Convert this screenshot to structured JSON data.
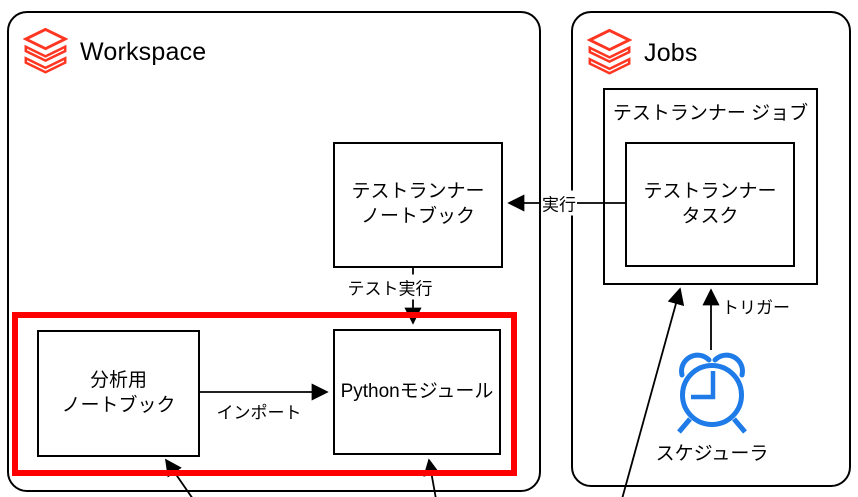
{
  "workspace": {
    "title": "Workspace",
    "logo_icon": "databricks-stack-logo",
    "test_runner_notebook": {
      "line1": "テストランナー",
      "line2": "ノートブック"
    },
    "analysis_notebook": {
      "line1": "分析用",
      "line2": "ノートブック"
    },
    "python_module": {
      "line1": "Pythonモジュール"
    }
  },
  "jobs": {
    "title": "Jobs",
    "logo_icon": "databricks-stack-logo",
    "job_box_title": "テストランナー ジョブ",
    "task_box": {
      "line1": "テストランナー",
      "line2": "タスク"
    },
    "scheduler": {
      "label": "スケジューラ",
      "icon": "alarm-clock-icon"
    }
  },
  "edge_labels": {
    "execute": "実行",
    "test_execute": "テスト実行",
    "import": "インポート",
    "trigger": "トリガー"
  },
  "colors": {
    "highlight_frame_red": "#FF0000",
    "databricks_brand_red": "#FF3621",
    "scheduler_blue": "#1E7BE8",
    "line_black": "#000000"
  }
}
